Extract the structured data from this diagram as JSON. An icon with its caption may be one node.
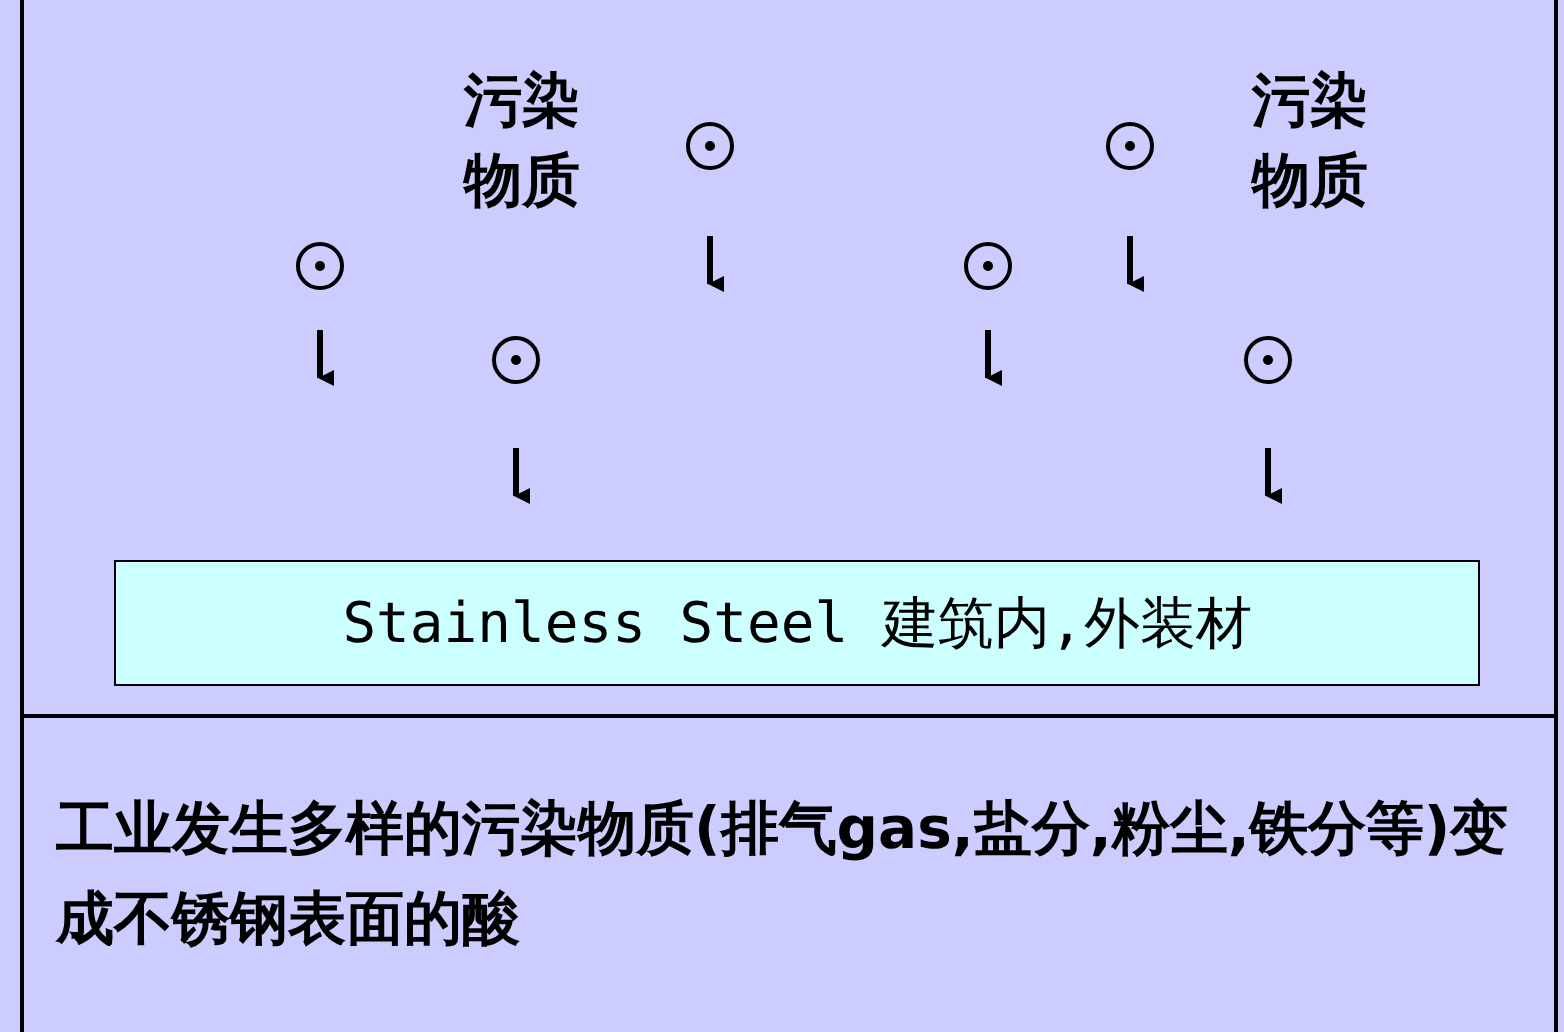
{
  "diagram": {
    "caption": "工业发生多样的污染物质(排气gas,盐分,粉尘,铁分等)变成不锈钢表面的酸",
    "nodes": [
      {
        "text": [
          "Stainless Steel 建筑内,外装材"
        ]
      }
    ],
    "labels": [
      "污染物质",
      "污染物质"
    ]
  }
}
